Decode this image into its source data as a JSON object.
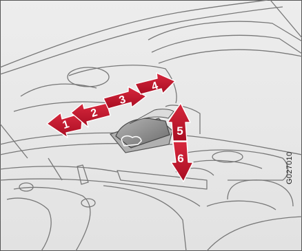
{
  "figure": {
    "reference_code": "G027010",
    "arrow_color": "#c8102e",
    "line_color": "#6e6e6e",
    "background_color": "#e9e9e9",
    "labels": [
      {
        "id": "1",
        "text": "1",
        "direction": "rearward"
      },
      {
        "id": "2",
        "text": "2",
        "direction": "rearward"
      },
      {
        "id": "3",
        "text": "3",
        "direction": "forward"
      },
      {
        "id": "4",
        "text": "4",
        "direction": "forward"
      },
      {
        "id": "5",
        "text": "5",
        "direction": "up"
      },
      {
        "id": "6",
        "text": "6",
        "direction": "down"
      }
    ]
  }
}
